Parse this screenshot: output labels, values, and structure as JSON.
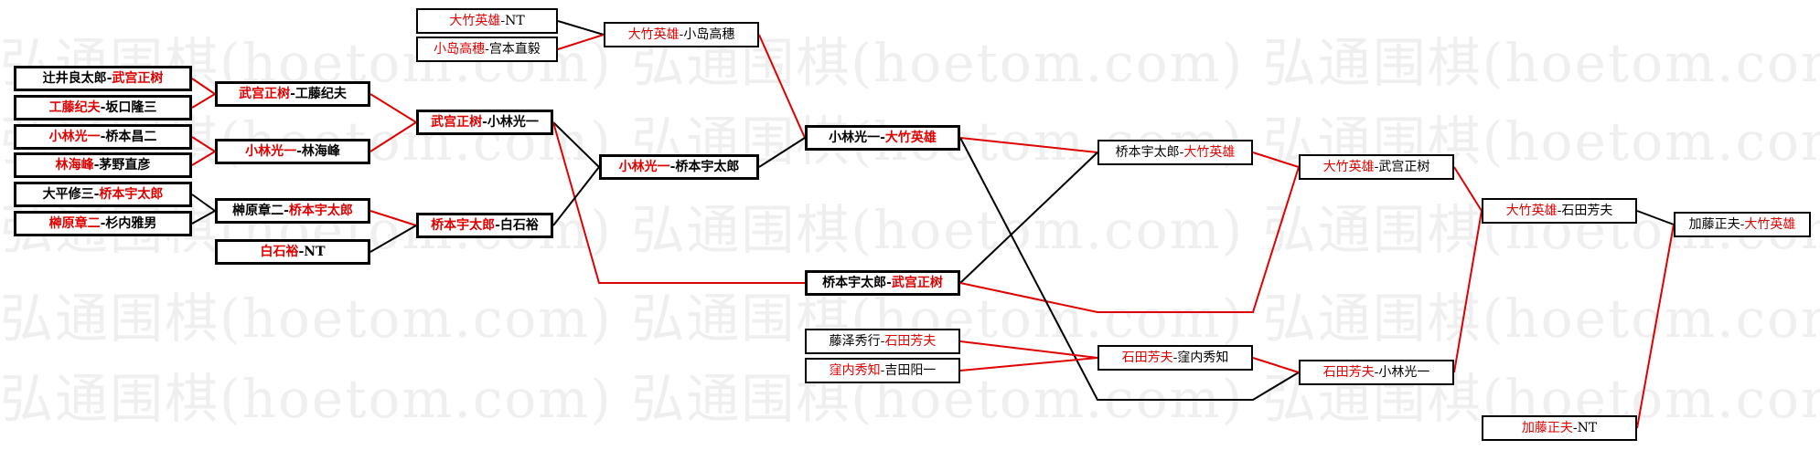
{
  "watermark": "弘通围棋(hoetom.com) 弘通围棋(hoetom.com) 弘通围棋(hoetom.com)",
  "colors": {
    "winner": "#e00000",
    "text": "#000000",
    "line_red": "#e00000",
    "line_black": "#000000"
  },
  "matches": [
    {
      "id": "r1a",
      "p1": "辻井良太郎",
      "p2": "武宫正树",
      "winner": 2
    },
    {
      "id": "r1b",
      "p1": "工藤纪夫",
      "p2": "坂口隆三",
      "winner": 1
    },
    {
      "id": "r1c",
      "p1": "小林光一",
      "p2": "桥本昌二",
      "winner": 1
    },
    {
      "id": "r1d",
      "p1": "林海峰",
      "p2": "茅野直彦",
      "winner": 1
    },
    {
      "id": "r1e",
      "p1": "大平修三",
      "p2": "桥本宇太郎",
      "winner": 2
    },
    {
      "id": "r1f",
      "p1": "榊原章二",
      "p2": "杉内雅男",
      "winner": 1
    },
    {
      "id": "r2a",
      "p1": "武宫正树",
      "p2": "工藤纪夫",
      "winner": 1
    },
    {
      "id": "r2b",
      "p1": "小林光一",
      "p2": "林海峰",
      "winner": 1
    },
    {
      "id": "r2c",
      "p1": "榊原章二",
      "p2": "桥本宇太郎",
      "winner": 2
    },
    {
      "id": "r2d",
      "p1": "白石裕",
      "p2": "NT",
      "winner": 1
    },
    {
      "id": "r3a",
      "p1": "武宫正树",
      "p2": "小林光一",
      "winner": 1
    },
    {
      "id": "r3b",
      "p1": "桥本宇太郎",
      "p2": "白石裕",
      "winner": 1
    },
    {
      "id": "r4a",
      "p1": "小林光一",
      "p2": "桥本宇太郎",
      "winner": 1
    },
    {
      "id": "t1",
      "p1": "大竹英雄",
      "p2": "NT",
      "winner": 1
    },
    {
      "id": "t2",
      "p1": "小岛高穗",
      "p2": "宫本直毅",
      "winner": 1
    },
    {
      "id": "t3",
      "p1": "大竹英雄",
      "p2": "小岛高穗",
      "winner": 1
    },
    {
      "id": "w1",
      "p1": "小林光一",
      "p2": "大竹英雄",
      "winner": 2
    },
    {
      "id": "l1",
      "p1": "桥本宇太郎",
      "p2": "武宫正树",
      "winner": 2
    },
    {
      "id": "c1",
      "p1": "桥本宇太郎",
      "p2": "大竹英雄",
      "winner": 2
    },
    {
      "id": "c2",
      "p1": "大竹英雄",
      "p2": "武宫正树",
      "winner": 1
    },
    {
      "id": "s1",
      "p1": "藤泽秀行",
      "p2": "石田芳夫",
      "winner": 2
    },
    {
      "id": "s2",
      "p1": "窪内秀知",
      "p2": "吉田阳一",
      "winner": 1
    },
    {
      "id": "s3",
      "p1": "石田芳夫",
      "p2": "窪内秀知",
      "winner": 1
    },
    {
      "id": "s4",
      "p1": "石田芳夫",
      "p2": "小林光一",
      "winner": 1
    },
    {
      "id": "f1",
      "p1": "大竹英雄",
      "p2": "石田芳夫",
      "winner": 1
    },
    {
      "id": "k1",
      "p1": "加藤正夫",
      "p2": "NT",
      "winner": 1
    },
    {
      "id": "z1",
      "p1": "加藤正夫",
      "p2": "大竹英雄",
      "winner": 2
    }
  ]
}
